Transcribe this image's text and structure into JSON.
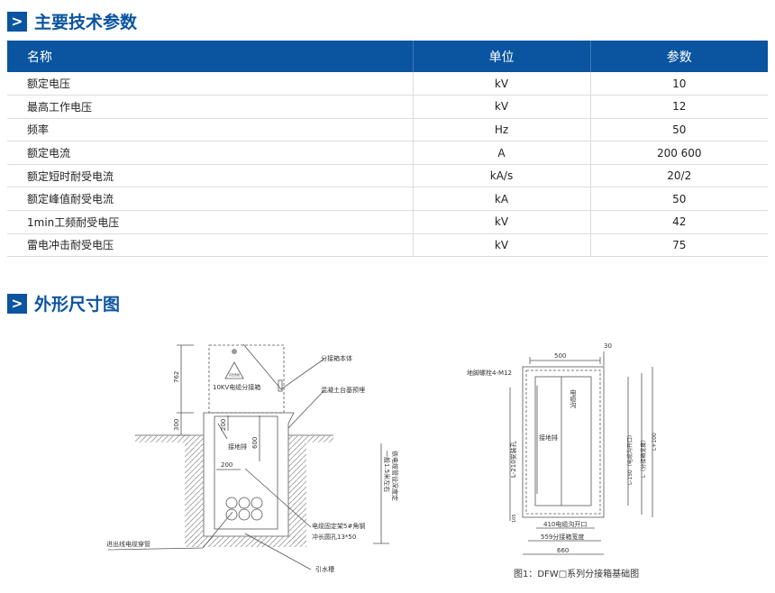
{
  "section1": {
    "title": "主要技术参数",
    "icon": "chevron-right-icon"
  },
  "table": {
    "headers": [
      "名称",
      "单位",
      "参数"
    ],
    "rows": [
      [
        "额定电压",
        "kV",
        "10"
      ],
      [
        "最高工作电压",
        "kV",
        "12"
      ],
      [
        "频率",
        "Hz",
        "50"
      ],
      [
        "额定电流",
        "A",
        "200   600"
      ],
      [
        "额定短时耐受电流",
        "kA/s",
        "20/2"
      ],
      [
        "额定峰值耐受电流",
        "kA",
        "50"
      ],
      [
        "1min工频耐受电压",
        "kV",
        "42"
      ],
      [
        "雷电冲击耐受电压",
        "kV",
        "75"
      ]
    ]
  },
  "section2": {
    "title": "外形尺寸图",
    "icon": "chevron-right-icon"
  },
  "diagram1": {
    "dim_762": "762",
    "dim_300": "300",
    "dim_200a": "200",
    "dim_600": "600",
    "dim_200b": "200",
    "box_label": "10KV电缆分接箱",
    "warning_label": "高压危险",
    "l_body": "分接箱本体",
    "l_base": "混凝土台基预埋",
    "l_ground": "接地排",
    "l_depth1": "依电缆管设深度定",
    "l_depth2": "一般1.5米左右",
    "l_bracket1": "电缆固定架5#角钢",
    "l_bracket2": "冲长圆孔13*50",
    "l_pipe": "进出线电缆穿管",
    "l_drain": "引水槽"
  },
  "diagram2": {
    "d500": "500",
    "d30": "30",
    "bolt": "地脚螺栓4-M12",
    "trench": "电缆沟",
    "ground": "接地排",
    "l210": "L-210安装孔",
    "d105": "105",
    "l150": "L-150（电缆沟开口）",
    "l": "L（分接箱宽度）",
    "l100": "L+100",
    "d410": "410电缆沟开口",
    "d559": "559分接箱宽度",
    "d660": "660",
    "caption": "图1：DFW□系列分接箱基础图"
  }
}
